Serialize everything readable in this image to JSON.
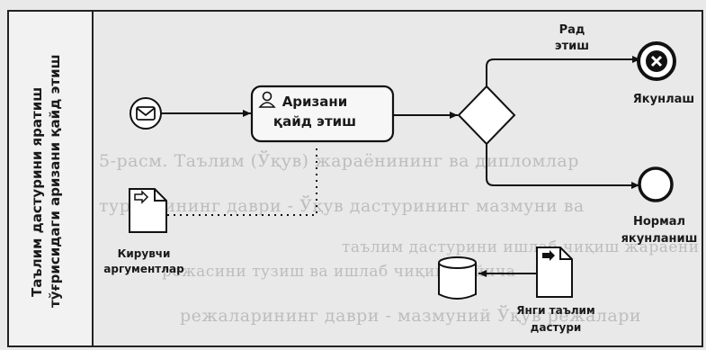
{
  "pool": {
    "lane_title_line1": "Таълим дастурини яратиш",
    "lane_title_line2": "тўғрисидаги аризани қайд этиш"
  },
  "task": {
    "label_line1": "Аризани",
    "label_line2": "қайд этиш"
  },
  "reject_flow": {
    "label_line1": "Рад",
    "label_line2": "этиш"
  },
  "end_reject": {
    "label": "Якунлаш"
  },
  "end_normal": {
    "label_line1": "Нормал",
    "label_line2": "якунланиш"
  },
  "input_data": {
    "label_line1": "Кирувчи",
    "label_line2": "аргументлар"
  },
  "output_data": {
    "label_line1": "Янги таълим",
    "label_line2": "дастури"
  },
  "background_text": {
    "line1": "5-расм. Таълим (Ўқув) жараёнининг ва дипломлар",
    "line2": "турларининг даври - Ўқув дастурининг мазмуни ва",
    "line3": "таълим дастурини ишлаб чиқиш жараёни",
    "line4": "режасини тузиш ва ишлаб чиқиш бўйича",
    "line5": "режаларининг даври - мазмуний Ўқув режалари"
  }
}
